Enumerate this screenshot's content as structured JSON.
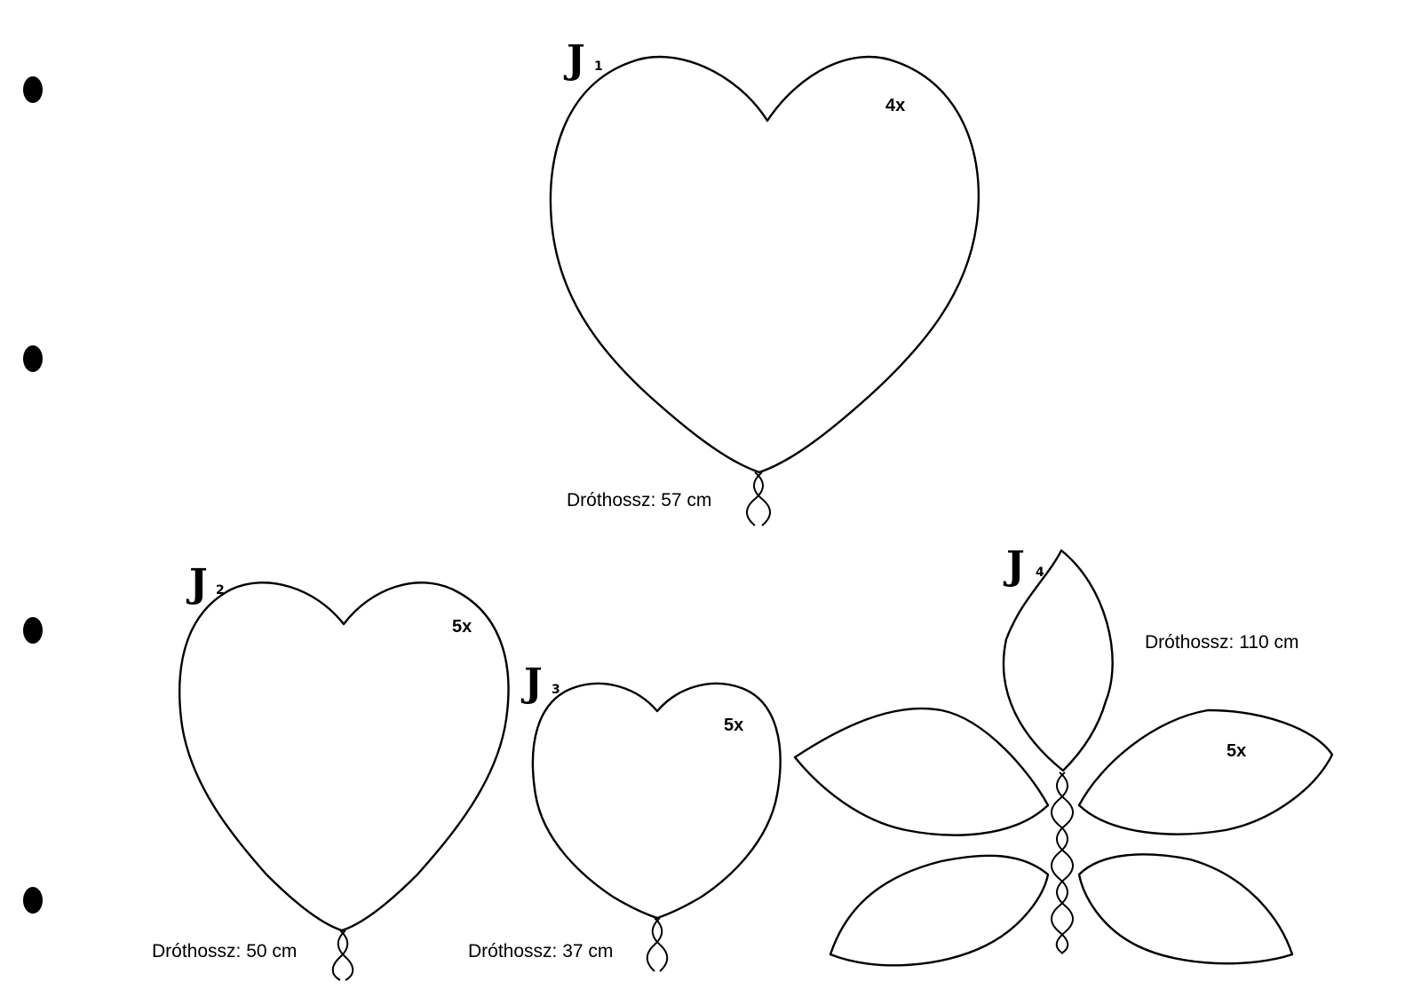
{
  "binder_holes": 4,
  "patterns": [
    {
      "id": "j1",
      "letter": "J",
      "subscript": "1",
      "count": "4x",
      "wire_length": "Dróthossz: 57 cm"
    },
    {
      "id": "j2",
      "letter": "J",
      "subscript": "2",
      "count": "5x",
      "wire_length": "Dróthossz: 50 cm"
    },
    {
      "id": "j3",
      "letter": "J",
      "subscript": "3",
      "count": "5x",
      "wire_length": "Dróthossz: 37 cm"
    },
    {
      "id": "j4",
      "letter": "J",
      "subscript": "4",
      "count": "5x",
      "wire_length": "Dróthossz: 110 cm"
    }
  ],
  "colors": {
    "line": "#000000",
    "background": "#ffffff"
  }
}
